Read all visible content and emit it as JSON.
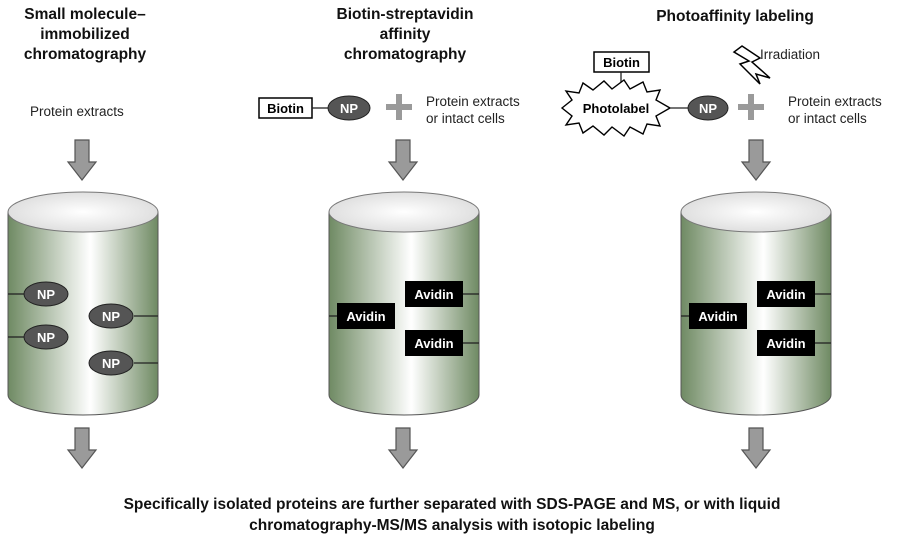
{
  "titles": {
    "col1": [
      "Small molecule–",
      "immobilized",
      "chromatography"
    ],
    "col2": [
      "Biotin-streptavidin",
      "affinity",
      "chromatography"
    ],
    "col3": [
      "Photoaffinity labeling"
    ]
  },
  "labels": {
    "col1_input": "Protein extracts",
    "col2_input": [
      "Protein extracts",
      "or intact cells"
    ],
    "col3_input": [
      "Protein extracts",
      "or intact cells"
    ],
    "irradiation": "Irradiation",
    "biotin": "Biotin",
    "photolabel": "Photolabel",
    "np": "NP",
    "avidin": "Avidin"
  },
  "footer": [
    "Specifically isolated proteins are further separated with SDS-PAGE and MS, or with liquid",
    "chromatography-MS/MS analysis with isotopic labeling"
  ],
  "colors": {
    "cylinder_dark": "#6f8a63",
    "cylinder_light": "#ffffff",
    "arrow_fill": "#9a9a9a",
    "node_fill": "#555555",
    "avidin_fill": "#000000"
  }
}
